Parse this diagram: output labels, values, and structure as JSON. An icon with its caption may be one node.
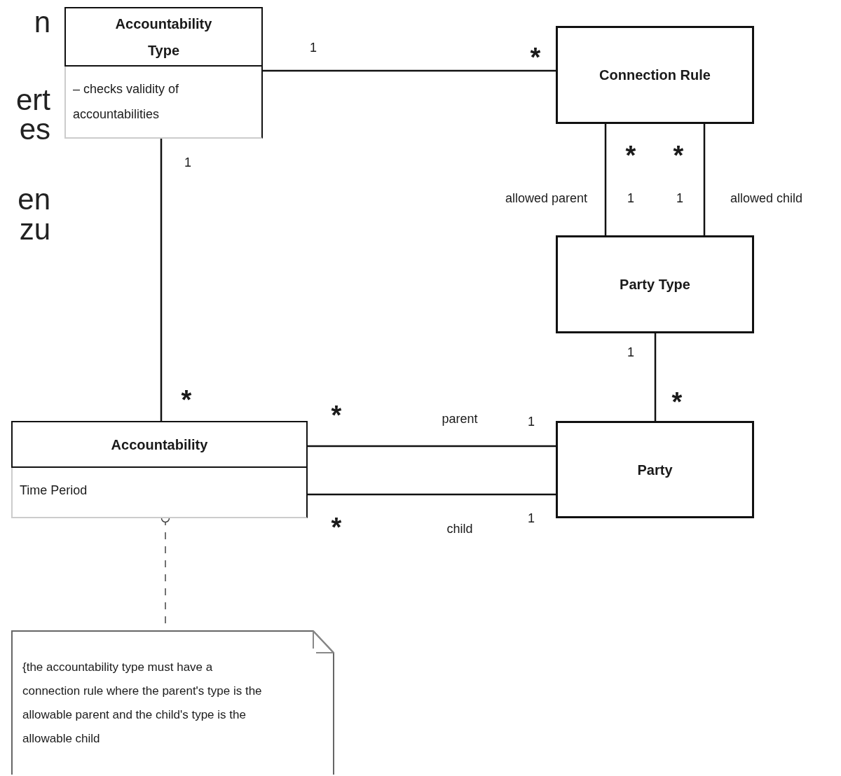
{
  "diagram": {
    "nodes": [
      {
        "text": [
          "Accountability Type",
          "– checks validity of accountabilities"
        ]
      },
      {
        "text": [
          "Connection Rule"
        ]
      },
      {
        "text": [
          "Party Type"
        ]
      },
      {
        "text": [
          "Accountability",
          "Time Period"
        ]
      },
      {
        "text": [
          "Party"
        ]
      },
      {
        "text": [
          "{the accountability type must have a connection rule where the parent's type is the allowable parent and the child's type is the allowable child"
        ]
      }
    ],
    "edges": [
      {
        "from": 0,
        "to": 1,
        "arrow": "none"
      },
      {
        "from": 0,
        "to": 3,
        "arrow": "none"
      },
      {
        "from": 1,
        "to": 2,
        "arrow": "none",
        "label": "allowed parent"
      },
      {
        "from": 1,
        "to": 2,
        "arrow": "none",
        "label": "allowed child"
      },
      {
        "from": 2,
        "to": 4,
        "arrow": "none"
      },
      {
        "from": 3,
        "to": 4,
        "arrow": "none",
        "label": "parent"
      },
      {
        "from": 3,
        "to": 4,
        "arrow": "none",
        "label": "child"
      },
      {
        "from": 3,
        "to": 5,
        "arrow": "other",
        "style": "dashed"
      }
    ],
    "labels": [
      "n",
      "1",
      "*",
      "ert",
      "es",
      "*",
      "*",
      "1",
      "en",
      "1",
      "1",
      "zu",
      "1",
      "*",
      "*",
      "*",
      "1",
      "*",
      "1"
    ]
  }
}
